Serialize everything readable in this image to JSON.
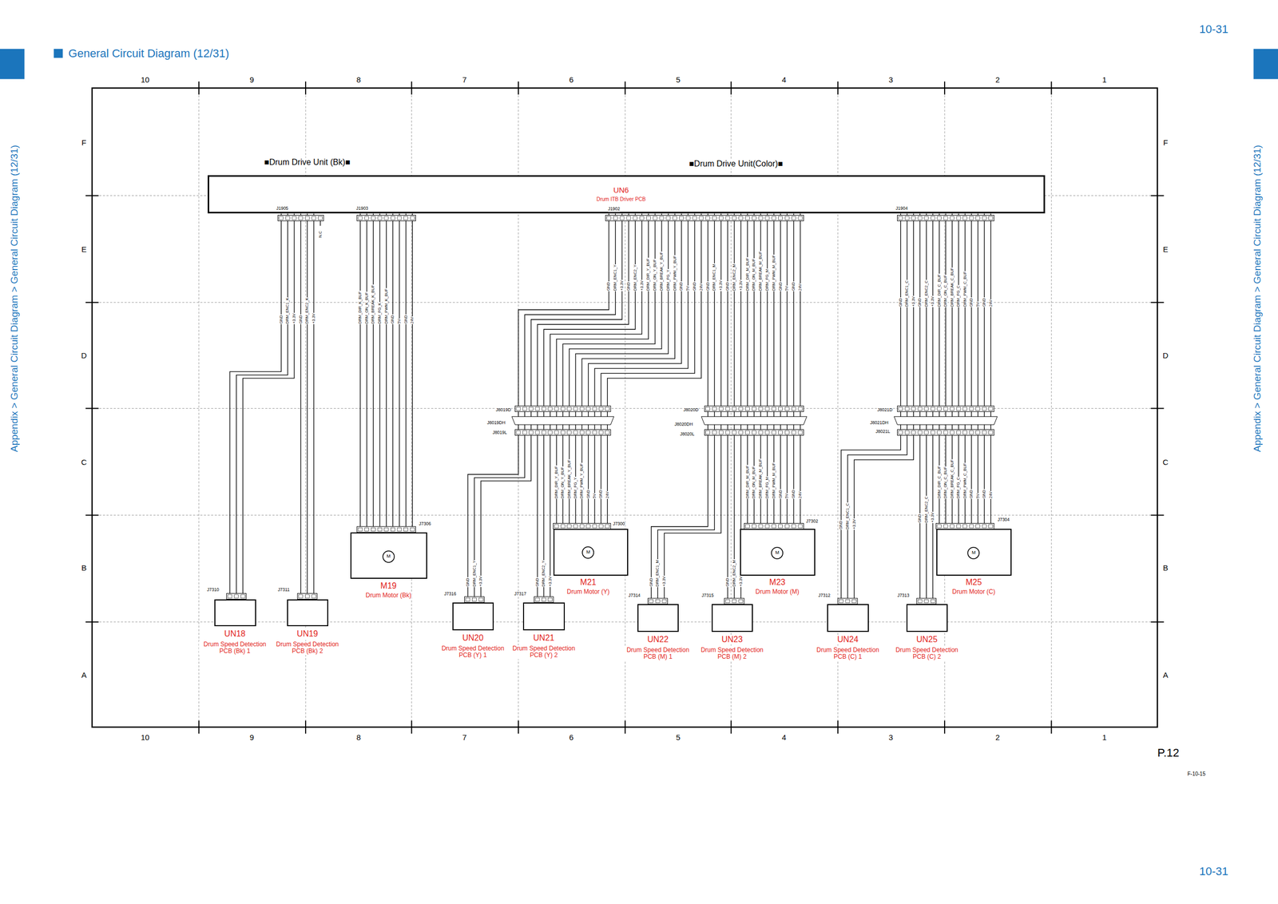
{
  "diagram": {
    "title": "General Circuit Diagram (12/31)",
    "nodes": [
      {
        "text": [
          "UN6",
          "Drum ITB Driver PCB"
        ]
      },
      {
        "text": [
          "M",
          "M19",
          "Drum Motor (Bk)"
        ]
      },
      {
        "text": [
          "M",
          "M21",
          "Drum Motor (Y)"
        ]
      },
      {
        "text": [
          "M",
          "M23",
          "Drum Motor (M)"
        ]
      },
      {
        "text": [
          "M",
          "M25",
          "Drum Motor (C)"
        ]
      },
      {
        "text": [
          "UN18",
          "Drum Speed Detection PCB (Bk) 1"
        ]
      },
      {
        "text": [
          "UN19",
          "Drum Speed Detection PCB (Bk) 2"
        ]
      },
      {
        "text": [
          "UN20",
          "Drum Speed Detection PCB (Y) 1"
        ]
      },
      {
        "text": [
          "UN21",
          "Drum Speed Detection PCB (Y) 2"
        ]
      },
      {
        "text": [
          "UN22",
          "Drum Speed Detection PCB (M) 1"
        ]
      },
      {
        "text": [
          "UN23",
          "Drum Speed Detection PCB (M) 2"
        ]
      },
      {
        "text": [
          "UN24",
          "Drum Speed Detection PCB (C) 1"
        ]
      },
      {
        "text": [
          "UN25",
          "Drum Speed Detection PCB (C) 2"
        ]
      }
    ],
    "edges": [
      {
        "from": 0,
        "to": 5,
        "arrow": "none"
      },
      {
        "from": 0,
        "to": 6,
        "arrow": "none"
      },
      {
        "from": 0,
        "to": 1,
        "arrow": "none"
      },
      {
        "from": 0,
        "to": 7,
        "arrow": "none"
      },
      {
        "from": 0,
        "to": 8,
        "arrow": "none"
      },
      {
        "from": 0,
        "to": 2,
        "arrow": "none"
      },
      {
        "from": 0,
        "to": 9,
        "arrow": "none"
      },
      {
        "from": 0,
        "to": 10,
        "arrow": "none"
      },
      {
        "from": 0,
        "to": 3,
        "arrow": "none"
      },
      {
        "from": 0,
        "to": 11,
        "arrow": "none"
      },
      {
        "from": 0,
        "to": 12,
        "arrow": "none"
      },
      {
        "from": 0,
        "to": 4,
        "arrow": "none"
      }
    ],
    "labels": [
      "10-31",
      "Appendix > General Circuit Diagram > General Circuit Diagram (12/31)",
      "Appendix > General Circuit Diagram > General Circuit Diagram (12/31)",
      "■Drum Drive Unit (Bk)■",
      "■Drum Drive Unit(Color)■",
      "10",
      "9",
      "8",
      "7",
      "6",
      "5",
      "4",
      "3",
      "2",
      "1",
      "10",
      "9",
      "8",
      "7",
      "6",
      "5",
      "4",
      "3",
      "2",
      "1",
      "F",
      "E",
      "D",
      "C",
      "B",
      "A",
      "F",
      "E",
      "D",
      "C",
      "B",
      "A",
      "J1905",
      "J1903",
      "J1902",
      "J1904",
      "N.C",
      "J8019D",
      "J8019DH",
      "J8019L",
      "J8020D",
      "J8020DH",
      "J8020L",
      "J8021D",
      "J8021DH",
      "J8021L",
      "J7310",
      "J7311",
      "J7306",
      "J7316",
      "J7317",
      "J7300",
      "J7314",
      "J7315",
      "J7302",
      "J7312",
      "J7313",
      "J7304",
      "GND",
      "DRM_ENC1_K",
      "+3.3V",
      "GND",
      "DRM_ENC2_K",
      "+3.3V",
      "DRM_DIR_K_BUF",
      "DRM_ON_K_BUF",
      "DRM_BREAK_K_BUF",
      "DRM_FG_K",
      "DRM_PWM_K_BUF",
      "GND",
      "5V",
      "GND",
      "24V",
      "GND",
      "DRM_ENC1_Y",
      "+3.3V",
      "GND",
      "DRM_ENC2_Y",
      "+3.3V",
      "DRM_DIR_Y_BUF",
      "DRM_ON_Y_BUF",
      "DRM_BREAK_Y_BUF",
      "DRM_FG_Y",
      "DRM_PWM_Y_BUF",
      "GND",
      "5V",
      "GND",
      "24V",
      "GND",
      "DRM_ENC1_M",
      "+3.3V",
      "GND",
      "DRM_ENC2_M",
      "+3.3V",
      "DRM_DIR_M_BUF",
      "DRM_ON_M_BUF",
      "DRM_BREAK_M_BUF",
      "DRM_FG_M",
      "DRM_PWM_M_BUF",
      "GND",
      "5V",
      "GND",
      "24V",
      "GND",
      "DRM_ENC1_C",
      "+3.3V",
      "GND",
      "DRM_ENC2_C",
      "+3.3V",
      "DRM_DIR_C_BUF",
      "DRM_ON_C_BUF",
      "DRM_BREAK_C_BUF",
      "DRM_FG_C",
      "DRM_PWM_C_BUF",
      "GND",
      "5V",
      "GND",
      "24V",
      "GND",
      "DRM_ENC1_Y",
      "+3.3V",
      "GND",
      "DRM_ENC2_Y",
      "+3.3V",
      "DRM_DIR_Y_BUF",
      "DRM_ON_Y_BUF",
      "DRM_BREAK_Y_BUF",
      "DRM_FG_Y",
      "DRM_PWM_Y_BUF",
      "GND",
      "5V",
      "GND",
      "24V",
      "GND",
      "DRM_ENC1_M",
      "+3.3V",
      "GND",
      "DRM_ENC2_M",
      "+3.3V",
      "DRM_DIR_M_BUF",
      "DRM_ON_M_BUF",
      "DRM_BREAK_M_BUF",
      "DRM_FG_M",
      "DRM_PWM_M_BUF",
      "GND",
      "5V",
      "GND",
      "24V",
      "GND",
      "DRM_ENC1_C",
      "+3.3V",
      "GND",
      "DRM_ENC2_C",
      "+3.3V",
      "DRM_DIR_C_BUF",
      "DRM_ON_C_BUF",
      "DRM_BREAK_C_BUF",
      "DRM_FG_C",
      "DRM_PWM_C_BUF",
      "GND",
      "5V",
      "GND",
      "24V",
      "P.12",
      "F-10-15",
      "10-31"
    ]
  }
}
